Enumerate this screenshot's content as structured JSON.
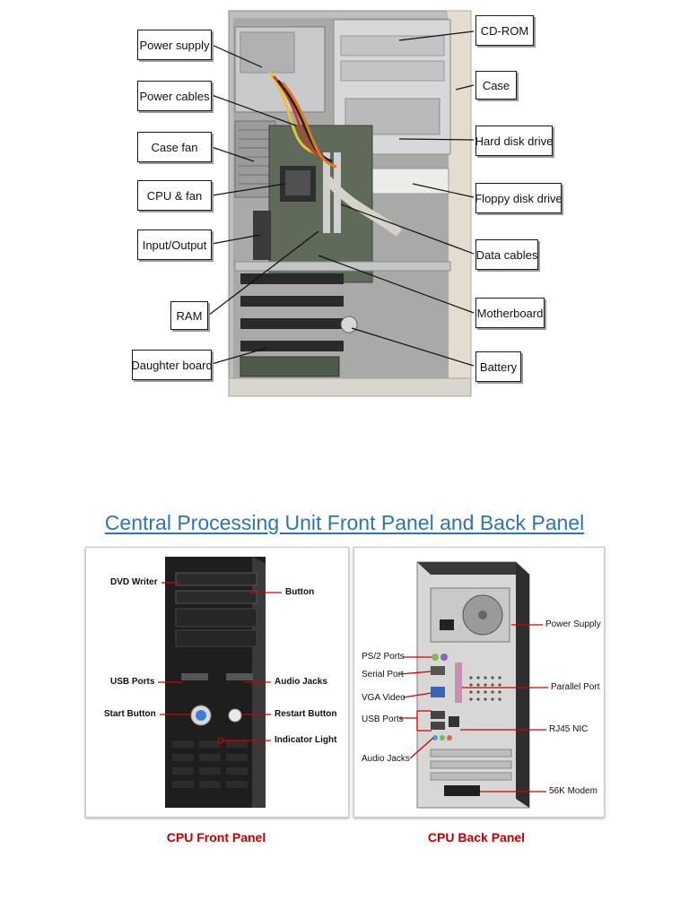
{
  "interior": {
    "labels_left": [
      "Power supply",
      "Power cables",
      "Case fan",
      "CPU & fan",
      "Input/Output",
      "RAM",
      "Daughter board"
    ],
    "labels_right": [
      "CD-ROM",
      "Case",
      "Hard disk drive",
      "Floppy disk drive",
      "Data cables",
      "Motherboard",
      "Battery"
    ]
  },
  "section_title": "Central Processing Unit Front Panel and Back Panel",
  "front_panel": {
    "labels": [
      "DVD Writer",
      "Button",
      "USB Ports",
      "Audio Jacks",
      "Start Button",
      "Restart Button",
      "Indicator Light"
    ],
    "caption": "CPU Front Panel"
  },
  "back_panel": {
    "labels": [
      "Power Supply",
      "PS/2 Ports",
      "Serial Port",
      "Parallel Port",
      "VGA Video",
      "USB Ports",
      "RJ45 NIC",
      "Audio Jacks",
      "56K Modem"
    ],
    "caption": "CPU Back Panel"
  },
  "colors": {
    "title": "#2e74b5",
    "caption": "#c00000",
    "callout_line": "#d40000"
  }
}
